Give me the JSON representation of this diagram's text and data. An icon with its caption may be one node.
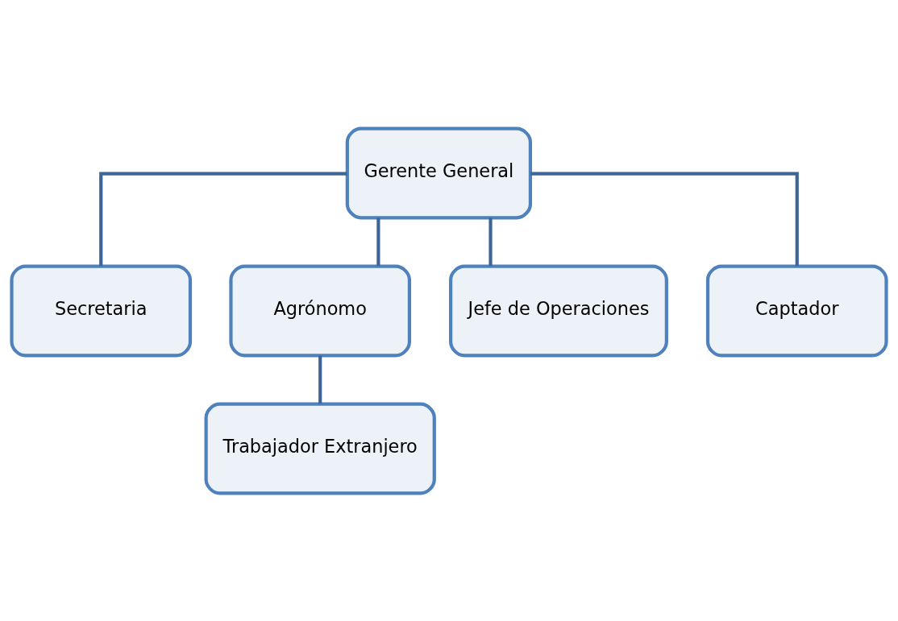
{
  "diagram": {
    "nodes": [
      {
        "text": [
          "Gerente General"
        ]
      },
      {
        "text": [
          "Secretaria"
        ]
      },
      {
        "text": [
          "Agrónomo"
        ]
      },
      {
        "text": [
          "Jefe de Operaciones"
        ]
      },
      {
        "text": [
          "Captador"
        ]
      },
      {
        "text": [
          "Trabajador Extranjero"
        ]
      }
    ],
    "edges": [
      {
        "from": 0,
        "to": 1,
        "arrow": "none"
      },
      {
        "from": 0,
        "to": 2,
        "arrow": "none"
      },
      {
        "from": 0,
        "to": 3,
        "arrow": "none"
      },
      {
        "from": 0,
        "to": 4,
        "arrow": "none"
      },
      {
        "from": 2,
        "to": 5,
        "arrow": "none"
      }
    ]
  }
}
